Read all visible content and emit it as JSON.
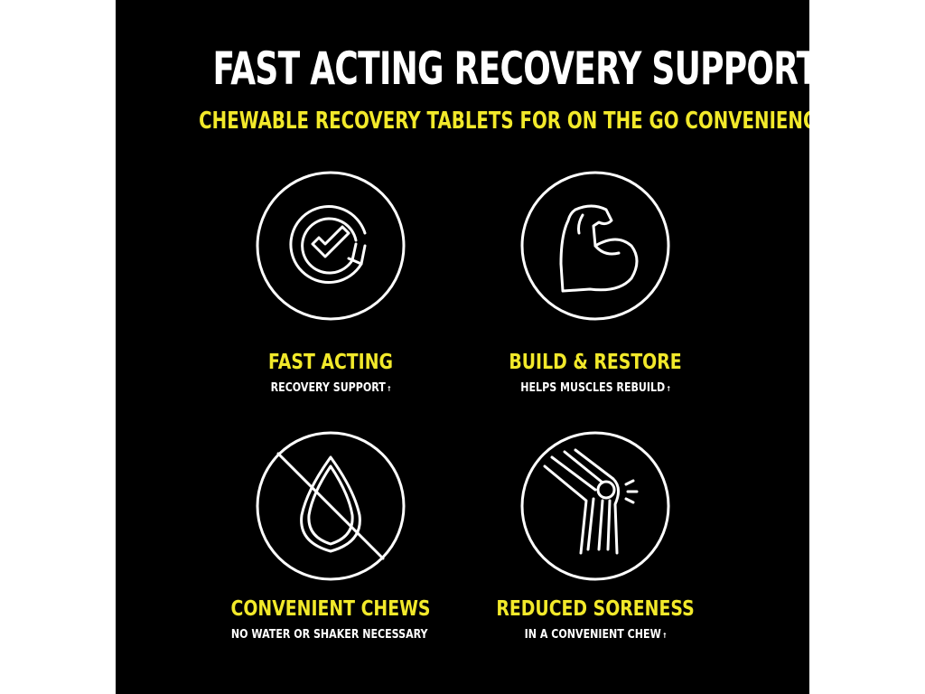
{
  "header": {
    "headline": "FAST ACTING RECOVERY SUPPORT",
    "headline_dot": ".",
    "subheadline": "CHEWABLE RECOVERY TABLETS FOR ON THE GO CONVENIENCE"
  },
  "colors": {
    "background": "#000000",
    "accent": "#f2e92a",
    "text": "#ffffff"
  },
  "features": [
    {
      "icon": "refresh-check-icon",
      "title": "FAST ACTING",
      "description": "RECOVERY SUPPORT",
      "mark": "†"
    },
    {
      "icon": "flexed-bicep-icon",
      "title": "BUILD & RESTORE",
      "description": "HELPS MUSCLES REBUILD",
      "mark": "†"
    },
    {
      "icon": "no-water-drop-icon",
      "title": "CONVENIENT CHEWS",
      "description": "NO WATER OR SHAKER NECESSARY",
      "mark": ""
    },
    {
      "icon": "knee-joint-icon",
      "title": "REDUCED SORENESS",
      "description": "IN A CONVENIENT CHEW",
      "mark": "†"
    }
  ]
}
